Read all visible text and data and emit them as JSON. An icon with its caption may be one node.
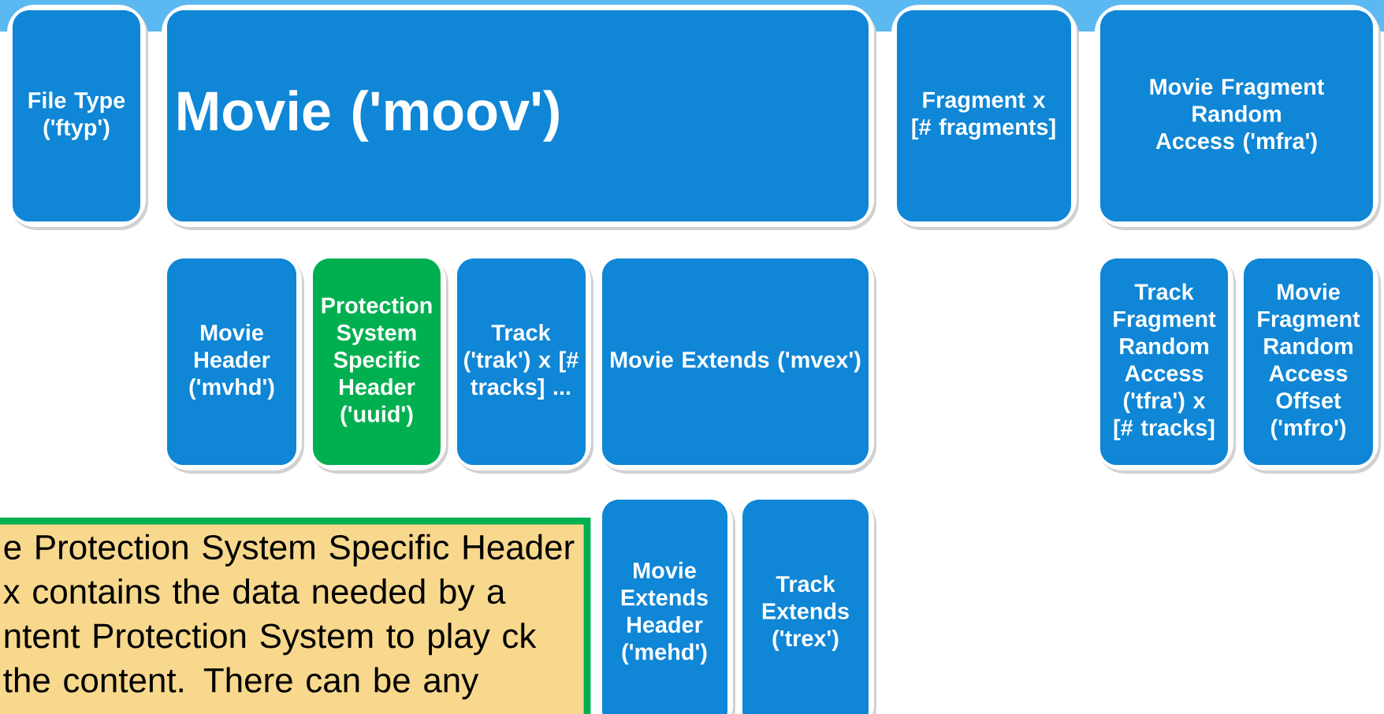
{
  "diagram": {
    "nodes": [
      {
        "text": [
          "File Type ('ftyp')"
        ]
      },
      {
        "text": [
          "Movie ('moov')"
        ]
      },
      {
        "text": [
          "Fragment x [# fragments]"
        ]
      },
      {
        "text": [
          "Movie Fragment Random Access ('mfra')"
        ]
      },
      {
        "text": [
          "Movie Header ('mvhd')"
        ]
      },
      {
        "text": [
          "Protection System Specific Header ('uuid')"
        ]
      },
      {
        "text": [
          "Track ('trak') x [# tracks] ..."
        ]
      },
      {
        "text": [
          "Movie Extends ('mvex')"
        ]
      },
      {
        "text": [
          "Track Fragment Random Access ('tfra') x [# tracks]"
        ]
      },
      {
        "text": [
          "Movie Fragment Random Access Offset ('mfro')"
        ]
      },
      {
        "text": [
          "e Protection System Specific Header x contains the data needed by a ntent Protection System to play ck the content. There can be any"
        ]
      },
      {
        "text": [
          "Movie Extends Header ('mehd')"
        ]
      },
      {
        "text": [
          "Track Extends ('trex')"
        ]
      }
    ]
  }
}
